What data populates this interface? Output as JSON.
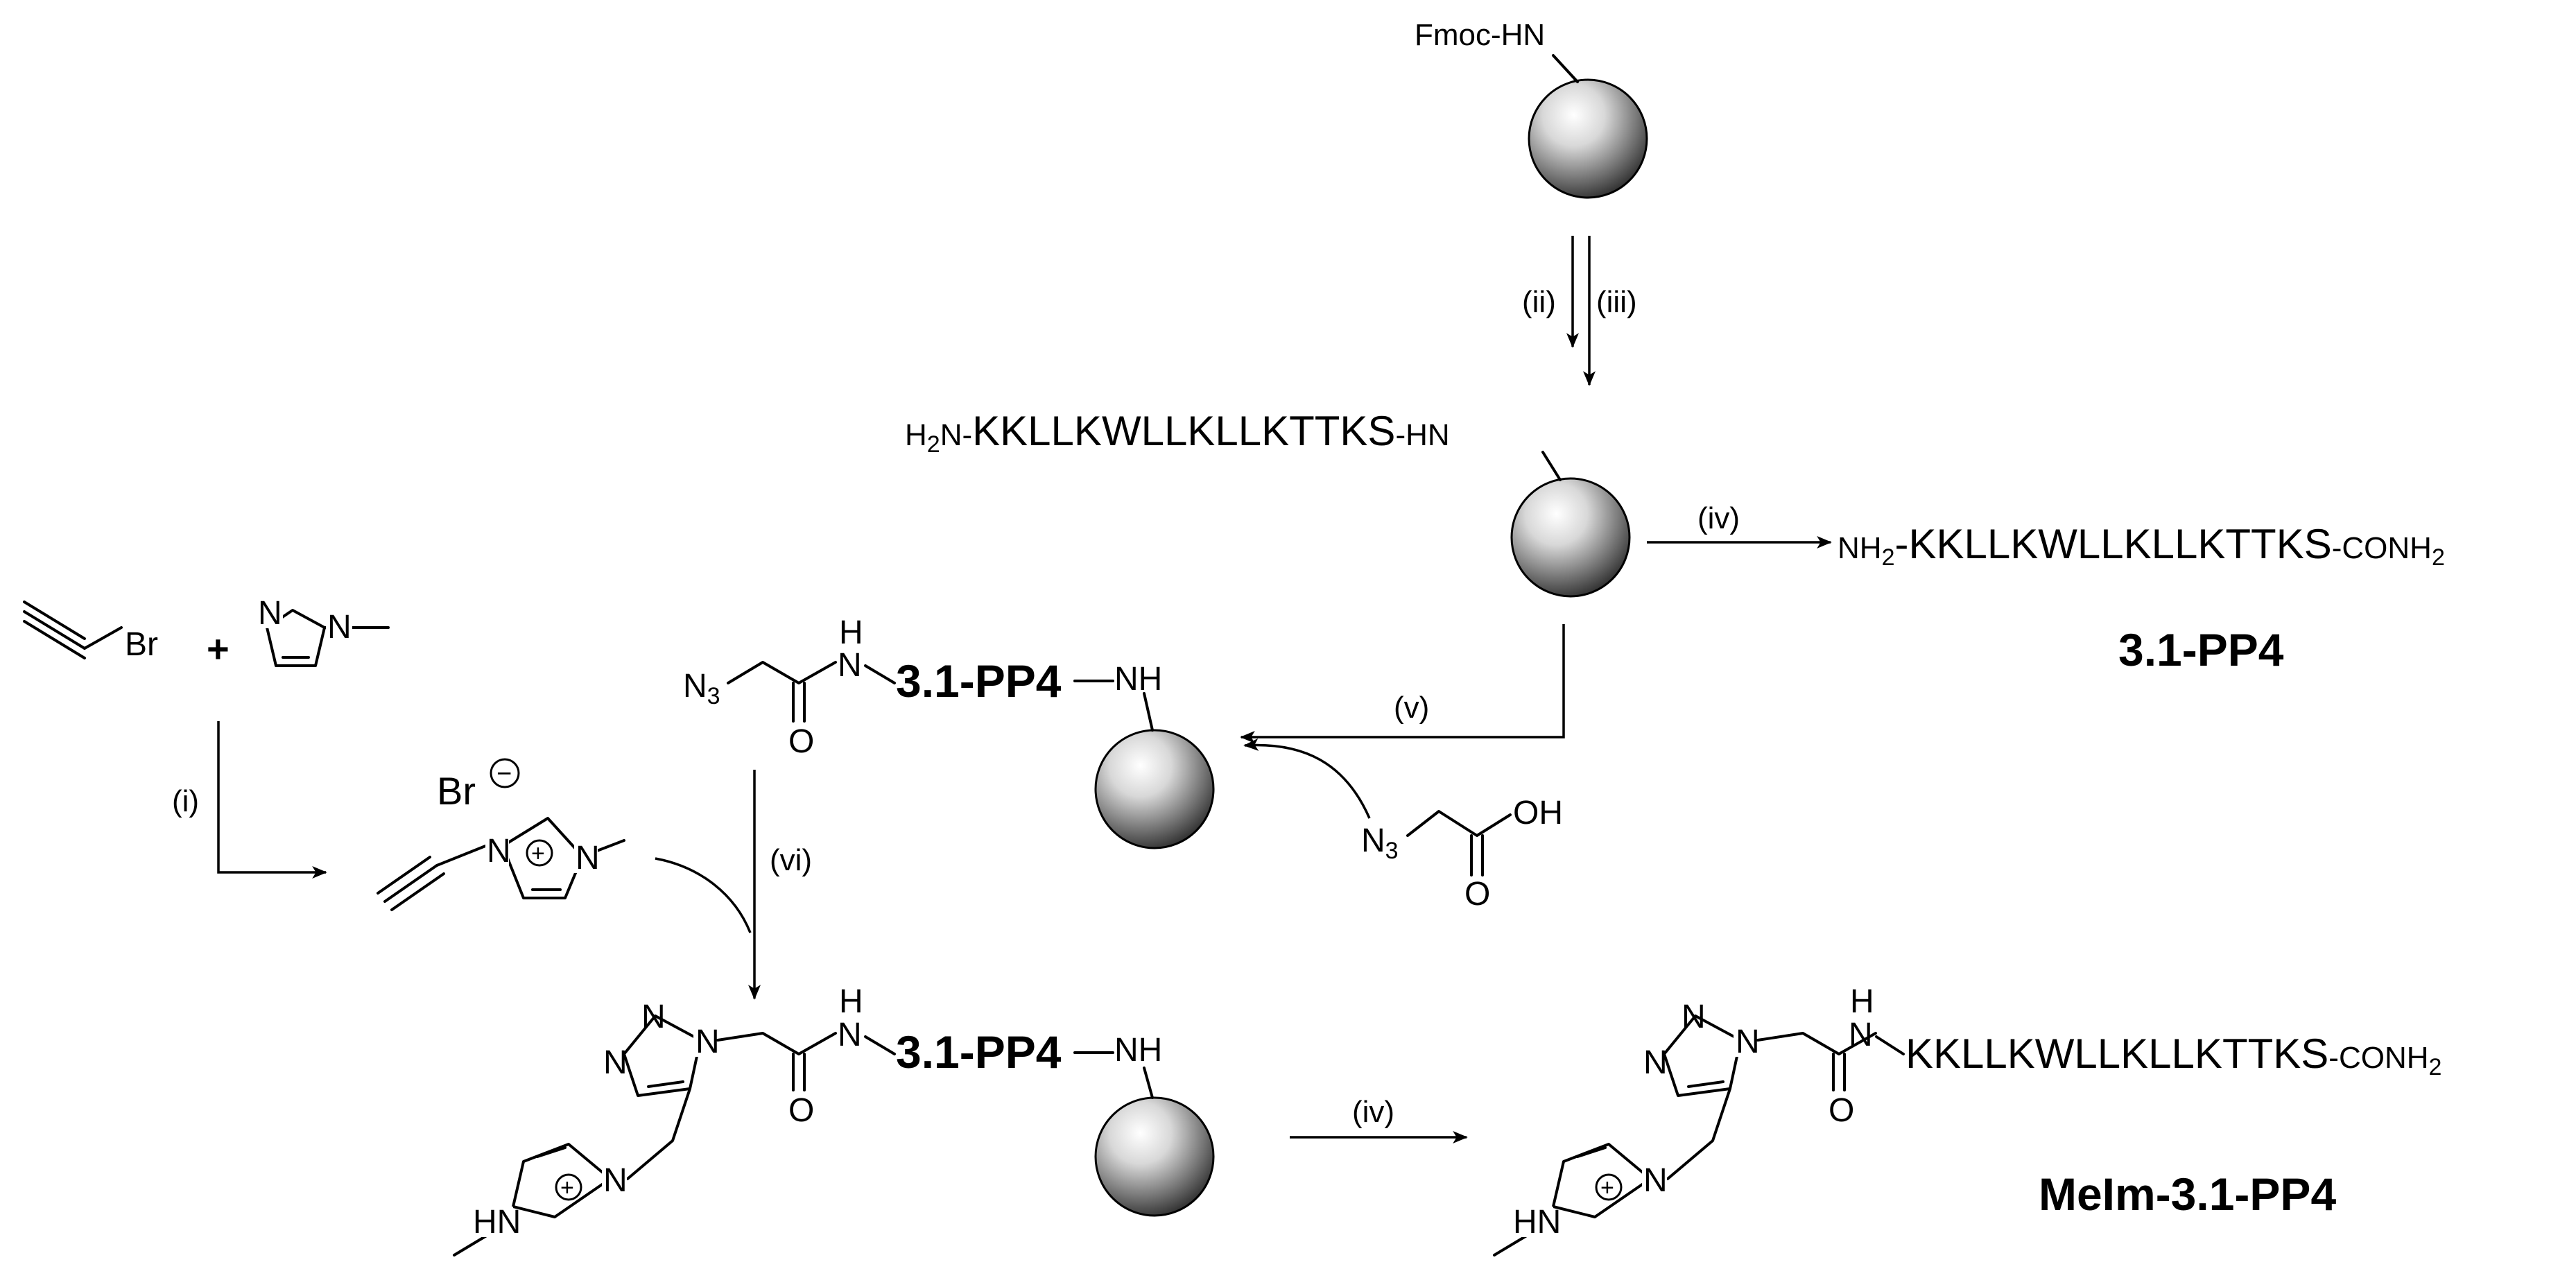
{
  "scheme": {
    "colors": {
      "ink": "#000000",
      "background": "#ffffff",
      "bead_light": "#ffffff",
      "bead_dark": "#2b2b2b"
    },
    "reagents": {
      "propargyl_bromide_br": "Br",
      "plus": "+",
      "methylimidazole_n": "N",
      "bromide_counterion": "Br",
      "azidoacetic_n3": "N",
      "azidoacetic_n3_sub": "3",
      "azidoacetic_oh": "OH",
      "azidoacetic_o": "O"
    },
    "resin": {
      "fmoc_label": "Fmoc-HN",
      "peptide_resin_prefix": "H",
      "peptide_resin_prefix_sub": "2",
      "peptide_resin_n": "N-",
      "peptide_resin_sequence": "KKLLKWLLKLLKTTKS",
      "peptide_resin_suffix": "-HN"
    },
    "azido_peptide": {
      "n3": "N",
      "n3_sub": "3",
      "nh_h": "H",
      "nh_n": "N",
      "o": "O",
      "core": "3.1-PP4",
      "resin_nh": "NH"
    },
    "triazole_peptide": {
      "n1": "N",
      "n2": "N",
      "n3": "N",
      "nh_h": "H",
      "nh_n": "N",
      "o": "O",
      "core": "3.1-PP4",
      "resin_nh": "NH",
      "im_n": "N",
      "im_hn": "HN"
    },
    "products": {
      "free_peptide_prefix": "NH",
      "free_peptide_prefix_sub": "2",
      "free_peptide_sequence": "-KKLLKWLLKLLKTTKS",
      "free_peptide_suffix": "-CONH",
      "free_peptide_suffix_sub": "2",
      "free_peptide_name": "3.1-PP4",
      "meim_sequence": "KKLLKWLLKLLKTTKS",
      "meim_suffix": "-CONH",
      "meim_suffix_sub": "2",
      "meim_nh_h": "H",
      "meim_nh_n": "N",
      "meim_o": "O",
      "meim_n1": "N",
      "meim_n2": "N",
      "meim_n3": "N",
      "meim_im_n": "N",
      "meim_im_hn": "HN",
      "meim_name": "MeIm-3.1-PP4"
    },
    "steps": {
      "i": "(i)",
      "ii": "(ii)",
      "iii": "(iii)",
      "iv_top": "(iv)",
      "v": "(v)",
      "vi": "(vi)",
      "iv_bottom": "(iv)"
    },
    "charges": {
      "plus": "+",
      "minus": "−"
    }
  }
}
